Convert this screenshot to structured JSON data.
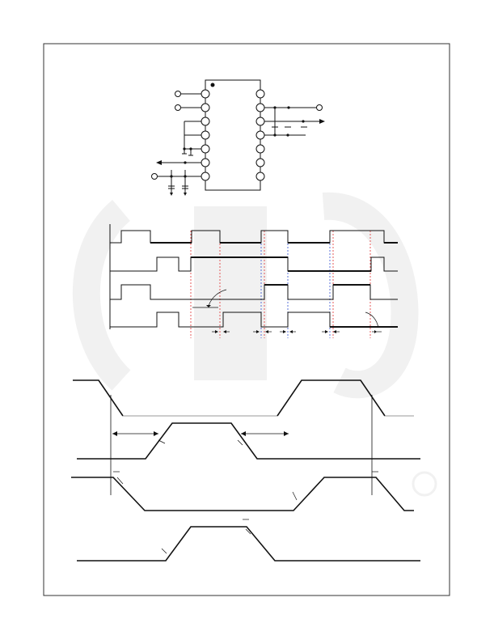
{
  "page": {
    "background": "#ffffff",
    "border_color": "#333333",
    "watermark_color": "#f1f1f1"
  },
  "colors": {
    "ink": "#111111",
    "marker_red": "#e03030",
    "marker_blue": "#3050d0",
    "faint_line": "#999999"
  },
  "ic_package": {
    "left_pin_count": 7,
    "right_pin_count": 7,
    "pin_one_dot": true
  },
  "timing_chart_1": {
    "trace_count": 4,
    "red_marker_count": 5,
    "blue_marker_count": 3
  },
  "timing_chart_2": {
    "trace_count": 4
  }
}
